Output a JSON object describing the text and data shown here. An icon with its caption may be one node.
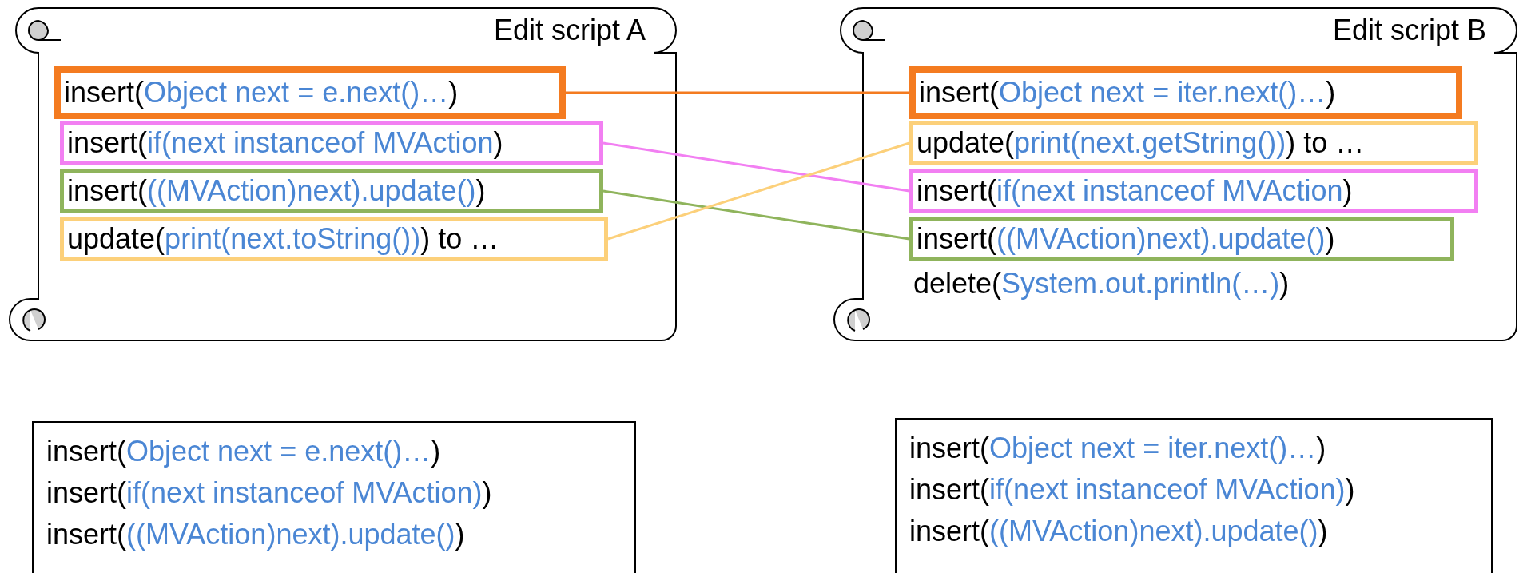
{
  "diagram": {
    "nodes": [
      {
        "text": [
          "Edit script A"
        ]
      },
      {
        "text": [
          "insert(Object next = e.next()…)"
        ],
        "in": 0
      },
      {
        "text": [
          "insert(if(next instanceof MVAction)"
        ],
        "in": 0
      },
      {
        "text": [
          "insert(((MVAction)next).update())"
        ],
        "in": 0
      },
      {
        "text": [
          "update(print(next.toString())) to …"
        ],
        "in": 0
      },
      {
        "text": [
          "Edit script B"
        ]
      },
      {
        "text": [
          "insert(Object next = iter.next()…)"
        ],
        "in": 5
      },
      {
        "text": [
          "update(print(next.getString())) to …"
        ],
        "in": 5
      },
      {
        "text": [
          "insert(if(next instanceof MVAction)"
        ],
        "in": 5
      },
      {
        "text": [
          "insert(((MVAction)next).update())"
        ],
        "in": 5
      },
      {
        "text": [
          "delete(System.out.println(…))"
        ],
        "in": 5
      },
      {
        "text": [
          "insert(Object next = e.next()…)",
          "insert(if(next instanceof MVAction))",
          "insert(((MVAction)next).update())"
        ]
      },
      {
        "text": [
          "insert(Object next = iter.next()…)",
          "insert(if(next instanceof MVAction))",
          "insert(((MVAction)next).update())"
        ]
      }
    ],
    "edges": [
      {
        "from": 1,
        "to": 6,
        "arrow": "none",
        "color": "#f47b20"
      },
      {
        "from": 2,
        "to": 8,
        "arrow": "none",
        "color": "#f27ff2"
      },
      {
        "from": 3,
        "to": 9,
        "arrow": "none",
        "color": "#8fb45c"
      },
      {
        "from": 4,
        "to": 7,
        "arrow": "none",
        "color": "#fcd07a"
      }
    ]
  }
}
